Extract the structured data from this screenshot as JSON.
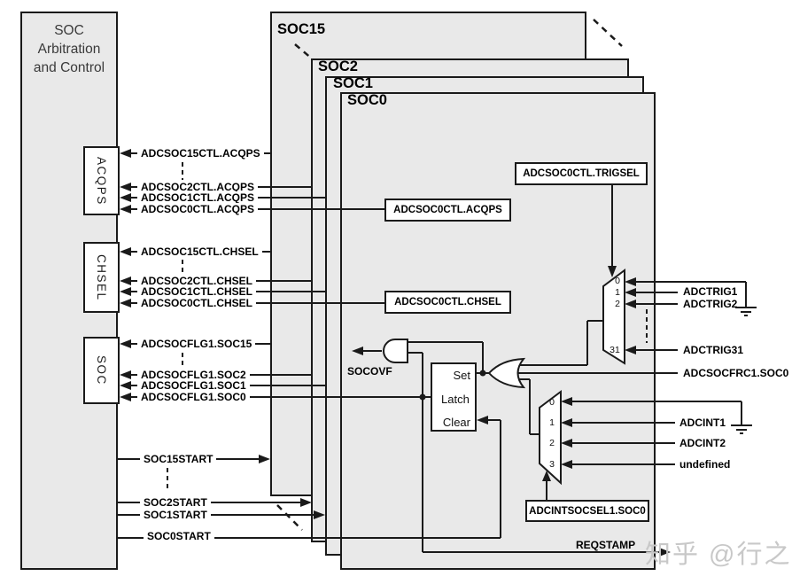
{
  "colors": {
    "background": "#ffffff",
    "panel_fill": "#e9e9e9",
    "line": "#1a1a1a",
    "box_fill": "#ffffff",
    "title_text": "#3a3a3a",
    "watermark": "#c8c8c8"
  },
  "left_panel": {
    "title": [
      "SOC",
      "Arbitration",
      "and Control"
    ],
    "boxes": [
      "ACQPS",
      "CHSEL",
      "SOC"
    ]
  },
  "cards": [
    "SOC15",
    "SOC2",
    "SOC1",
    "SOC0"
  ],
  "rows": {
    "acqps": [
      "ADCSOC15CTL.ACQPS",
      "ADCSOC2CTL.ACQPS",
      "ADCSOC1CTL.ACQPS",
      "ADCSOC0CTL.ACQPS"
    ],
    "chsel": [
      "ADCSOC15CTL.CHSEL",
      "ADCSOC2CTL.CHSEL",
      "ADCSOC1CTL.CHSEL",
      "ADCSOC0CTL.CHSEL"
    ],
    "flag": [
      "ADCSOCFLG1.SOC15",
      "ADCSOCFLG1.SOC2",
      "ADCSOCFLG1.SOC1",
      "ADCSOCFLG1.SOC0"
    ],
    "start": [
      "SOC15START",
      "SOC2START",
      "SOC1START",
      "SOC0START"
    ]
  },
  "soc0": {
    "trigsel_box": "ADCSOC0CTL.TRIGSEL",
    "acqps_box": "ADCSOC0CTL.ACQPS",
    "chsel_box": "ADCSOC0CTL.CHSEL",
    "intsel_box": "ADCINTSOCSEL1.SOC0",
    "latch": [
      "Set",
      "Latch",
      "Clear"
    ],
    "socovf": "SOCOVF",
    "reqstamp": "REQSTAMP",
    "trig_mux_inputs": [
      "0",
      "1",
      "2",
      "31"
    ],
    "int_mux_inputs": [
      "0",
      "1",
      "2",
      "3"
    ],
    "trig_signals": [
      "ADCTRIG1",
      "ADCTRIG2",
      "ADCTRIG31",
      "ADCSOCFRC1.SOC0"
    ],
    "int_signals": [
      "ADCINT1",
      "ADCINT2",
      "undefined"
    ]
  },
  "watermark": "知乎 @行之"
}
